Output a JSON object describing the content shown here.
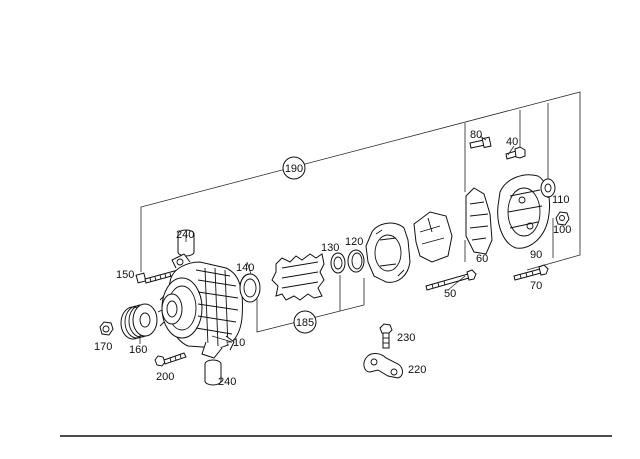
{
  "diagram": {
    "labels": {
      "l10": "10",
      "l40": "40",
      "l50": "50",
      "l60": "60",
      "l70": "70",
      "l80": "80",
      "l90": "90",
      "l100": "100",
      "l110": "110",
      "l120": "120",
      "l130": "130",
      "l140": "140",
      "l150": "150",
      "l160": "160",
      "l170": "170",
      "l185": "185",
      "l190": "190",
      "l200": "200",
      "l220": "220",
      "l230": "230",
      "l240a": "240",
      "l240b": "240"
    }
  }
}
